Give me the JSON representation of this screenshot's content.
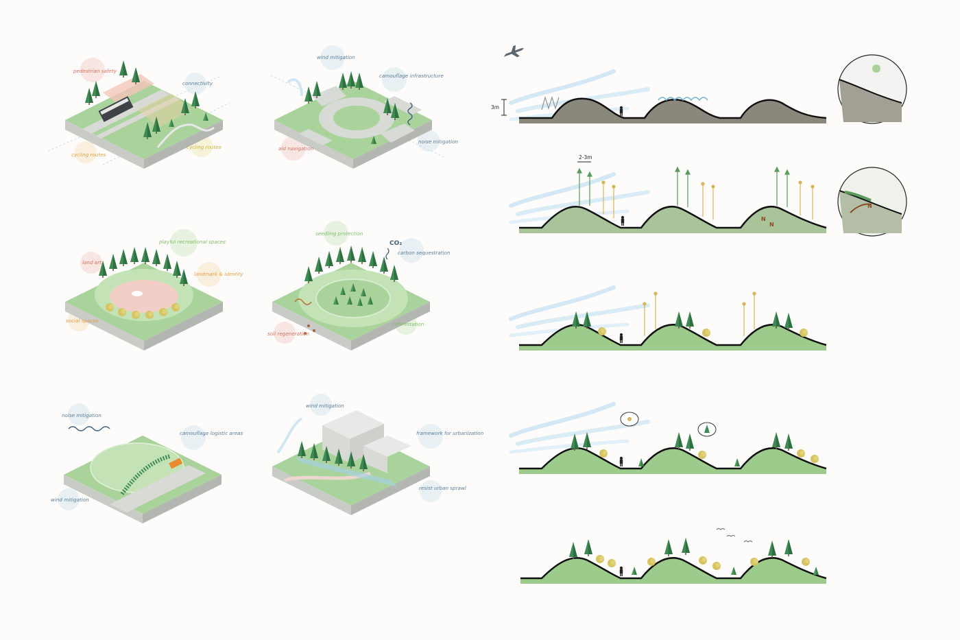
{
  "palette": {
    "grass": "#a9d39a",
    "grass_light": "#c3e3b6",
    "side": "#c9cbc6",
    "side_dark": "#b4b6b1",
    "road": "#d8dad6",
    "tree": "#3f8a52",
    "tree_light": "#5fa86a",
    "wind": "#cfe6f3",
    "rock": "#8a877d",
    "soil": "#9fc68e",
    "ground_line": "#111111",
    "label_red": "#d9735f",
    "label_orange": "#e2a24a",
    "label_yellow": "#c9b23a",
    "label_blue": "#5c7d9a",
    "label_green": "#7fbf6a"
  },
  "isometric_panels": [
    {
      "id": "transport",
      "labels": [
        {
          "text": "pedestrian safety",
          "tone": "red"
        },
        {
          "text": "connectivity",
          "tone": "blue"
        },
        {
          "text": "cycling routes",
          "tone": "orange"
        },
        {
          "text": "cycling routes",
          "tone": "yellow"
        }
      ]
    },
    {
      "id": "roundabout",
      "labels": [
        {
          "text": "wind mitigation",
          "tone": "blue"
        },
        {
          "text": "camouflage infrastructure",
          "tone": "blue"
        },
        {
          "text": "aid navigation",
          "tone": "red"
        },
        {
          "text": "noise mitigation",
          "tone": "blue"
        }
      ]
    },
    {
      "id": "recreation",
      "labels": [
        {
          "text": "playful recreational spaces",
          "tone": "green"
        },
        {
          "text": "land art",
          "tone": "red"
        },
        {
          "text": "landmark & identity",
          "tone": "orange"
        },
        {
          "text": "social spaces",
          "tone": "orange"
        }
      ]
    },
    {
      "id": "reforestation",
      "labels": [
        {
          "text": "seedling protection",
          "tone": "green"
        },
        {
          "text": "CO₂",
          "tone": "blue"
        },
        {
          "text": "carbon sequestration",
          "tone": "blue"
        },
        {
          "text": "soil regeneration",
          "tone": "red"
        },
        {
          "text": "reforestation",
          "tone": "green"
        }
      ]
    },
    {
      "id": "logistics",
      "labels": [
        {
          "text": "noise mitigation",
          "tone": "blue"
        },
        {
          "text": "camouflage logistic areas",
          "tone": "blue"
        },
        {
          "text": "wind mitigation",
          "tone": "blue"
        }
      ]
    },
    {
      "id": "urbanization",
      "labels": [
        {
          "text": "wind mitigation",
          "tone": "blue"
        },
        {
          "text": "framework for urbanization",
          "tone": "blue"
        },
        {
          "text": "resist urban sprawl",
          "tone": "blue"
        }
      ]
    }
  ],
  "sections": {
    "stage1_height_label": "3m",
    "stage2_spacing_label": "2-3m",
    "nitrogen_letter": "N"
  }
}
